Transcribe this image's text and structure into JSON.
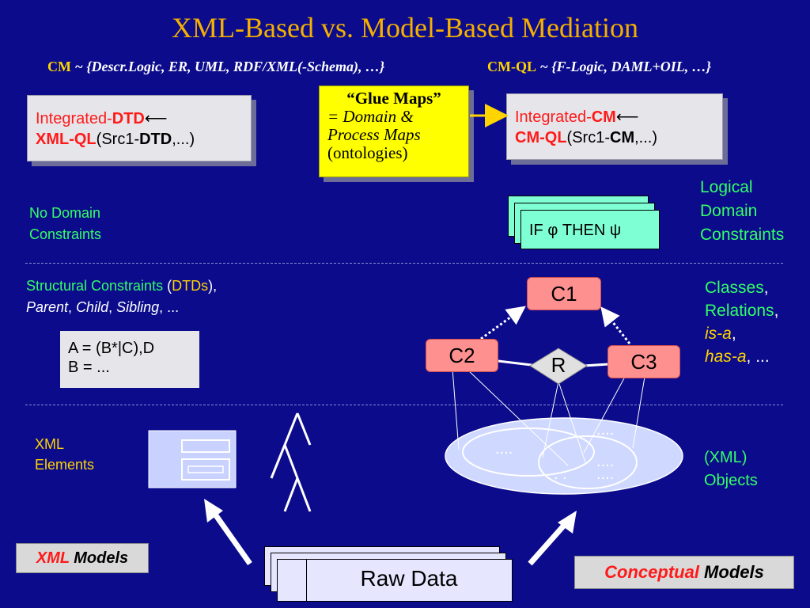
{
  "title": "XML-Based vs. Model-Based Mediation",
  "cm_line": {
    "key": "CM",
    "rest": " ~ {Descr.Logic, ER, UML, RDF/XML(-Schema), …}"
  },
  "cmql_line": {
    "key": "CM-QL",
    "rest": " ~ {F-Logic, DAML+OIL,  …}"
  },
  "integrated_dtd": {
    "prefix": "Integrated-",
    "bold": "DTD",
    "arrow": "⟵",
    "line2_bold": "XML-QL",
    "line2_a": "(Src1-",
    "line2_bold2": "DTD",
    "line2_b": ",...)"
  },
  "integrated_cm": {
    "prefix": "Integrated-",
    "bold": "CM",
    "arrow": "⟵",
    "line2_bold": "CM-QL",
    "line2_a": "(Src1-",
    "line2_bold2": "CM",
    "line2_b": ",...)"
  },
  "glue_maps": {
    "title": "“Glue Maps”",
    "line2": "= Domain &",
    "line3": "Process Maps",
    "line4": "(ontologies)"
  },
  "no_domain": [
    "No Domain",
    "Constraints"
  ],
  "logical_domain": [
    "Logical",
    "Domain",
    "Constraints"
  ],
  "rule_card": "IF φ THEN ψ",
  "structural": {
    "a": "Structural Constraints",
    "b": " (",
    "c": "DTDs",
    "d": "),",
    "line2": [
      "Parent",
      ", ",
      "Child",
      ", ",
      "Sibling",
      ", ..."
    ]
  },
  "dtd_rules": [
    "A = (B*|C),D",
    "B = ..."
  ],
  "classes_list": {
    "l1a": "Classes",
    "l1b": ",",
    "l2a": "Relations",
    "l2b": ",",
    "l3a": "is-a",
    "l3b": ",",
    "l4a": "has-a",
    "l4b": ", ..."
  },
  "concepts": {
    "c1": "C1",
    "c2": "C2",
    "c3": "C3",
    "r": "R"
  },
  "xml_elements": [
    "XML",
    "Elements"
  ],
  "xml_objects": [
    "(XML)",
    "Objects"
  ],
  "ellipse_dots": {
    "top": "....",
    "left": "....",
    "right": "....",
    "bottom": ". .",
    "bottom2": "...."
  },
  "raw_data": "Raw Data",
  "xml_models": {
    "a": "XML",
    "b": " Models"
  },
  "conceptual_models": {
    "a": "Conceptual",
    "b": " Models"
  },
  "colors": {
    "background": "#0b0b8c",
    "title": "#f4b000",
    "accent_red": "#ff1a1a",
    "accent_yellow": "#ffd400",
    "accent_green": "#33ff66",
    "class_fill": "#ff9090",
    "rule_fill": "#7fffd4",
    "glue_fill": "#ffff00"
  }
}
